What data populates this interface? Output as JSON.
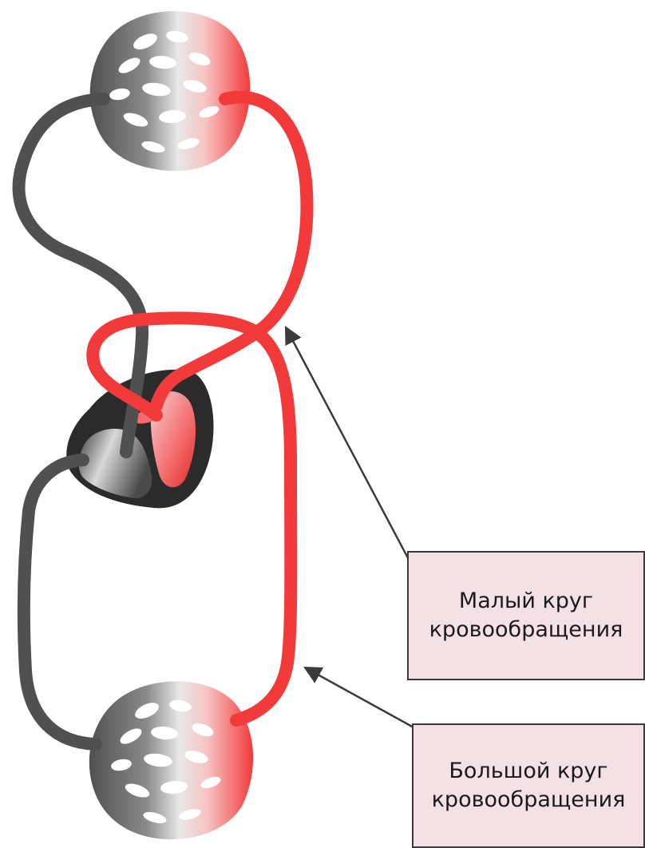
{
  "colors": {
    "venous": "#505050",
    "arterial": "#f23a3a",
    "heart": "#2b2b2b",
    "label_bg": "#f3e1e6",
    "arrow": "#3a3a3a"
  },
  "labels": {
    "pulmonary": {
      "line1": "Малый круг",
      "line2": "кровообращения"
    },
    "systemic": {
      "line1": "Большой круг",
      "line2": "кровообращения"
    }
  }
}
